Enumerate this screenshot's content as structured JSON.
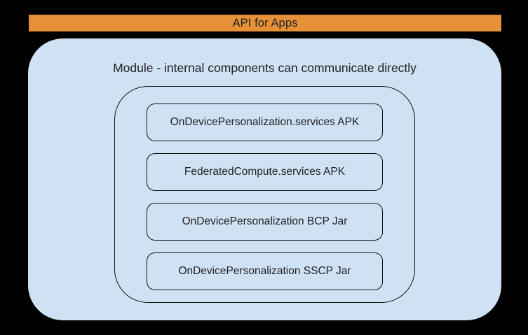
{
  "colors": {
    "background": "#000000",
    "banner_bg": "#e69138",
    "module_bg": "#cfe2f3",
    "border": "#111111",
    "text": "#202124"
  },
  "banner": {
    "label": "API for Apps"
  },
  "module": {
    "title": "Module - internal components can communicate directly",
    "components": [
      {
        "label": "OnDevicePersonalization.services APK"
      },
      {
        "label": "FederatedCompute.services APK"
      },
      {
        "label": "OnDevicePersonalization BCP Jar"
      },
      {
        "label": "OnDevicePersonalization SSCP Jar"
      }
    ]
  }
}
